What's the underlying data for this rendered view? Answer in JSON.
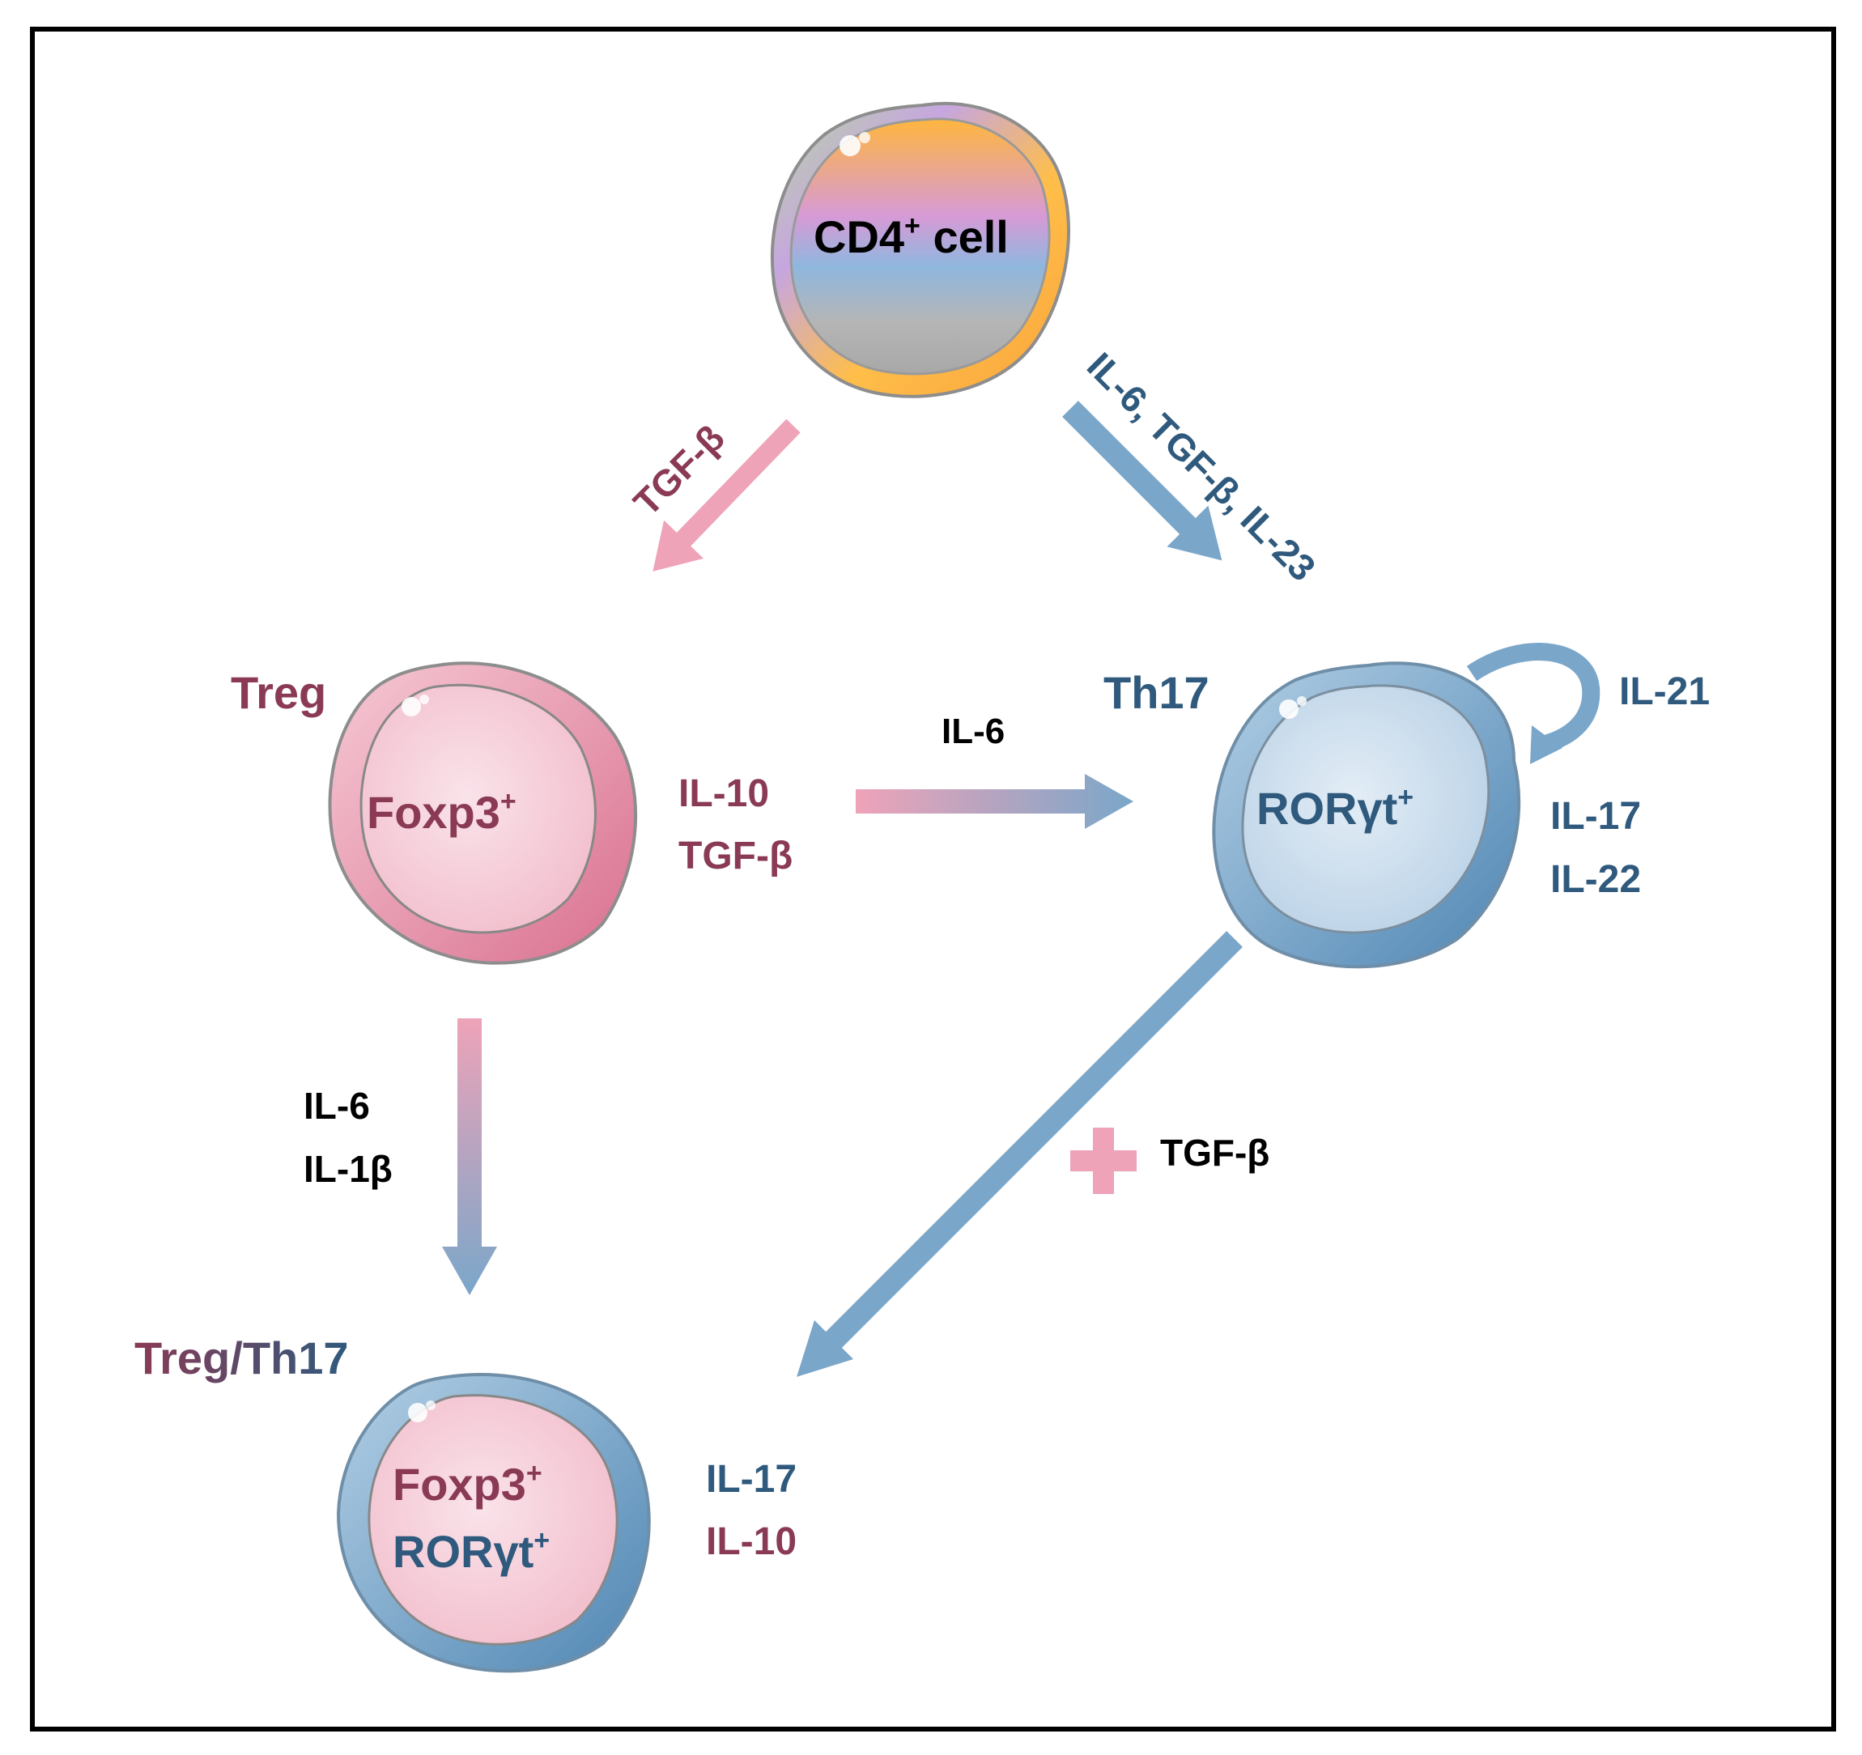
{
  "colors": {
    "treg": "#8a3a55",
    "th17": "#2f5a7d",
    "black": "#000000",
    "pink_arrow": "#e9a0b4",
    "blue_arrow": "#7aa6c9"
  },
  "cells": {
    "cd4": {
      "label": "CD4",
      "sup": "+",
      "label_suffix": " cell"
    },
    "treg": {
      "title": "Treg",
      "marker": "Foxp3",
      "marker_sup": "+",
      "cytokines": [
        "IL-10",
        "TGF-β"
      ]
    },
    "th17": {
      "title": "Th17",
      "marker": "RORγt",
      "marker_sup": "+",
      "cytokines": [
        "IL-17",
        "IL-22"
      ],
      "autocrine": "IL-21"
    },
    "hybrid": {
      "title": "Treg/Th17",
      "marker1": "Foxp3",
      "marker1_sup": "+",
      "marker2": "RORγt",
      "marker2_sup": "+",
      "cytokines": [
        "IL-17",
        "IL-10"
      ]
    }
  },
  "arrows": {
    "cd4_to_treg": "TGF-β",
    "cd4_to_th17": "IL-6, TGF-β, IL-23",
    "treg_to_th17": "IL-6",
    "treg_to_hybrid": [
      "IL-6",
      "IL-1β"
    ],
    "th17_to_hybrid": "TGF-β"
  }
}
